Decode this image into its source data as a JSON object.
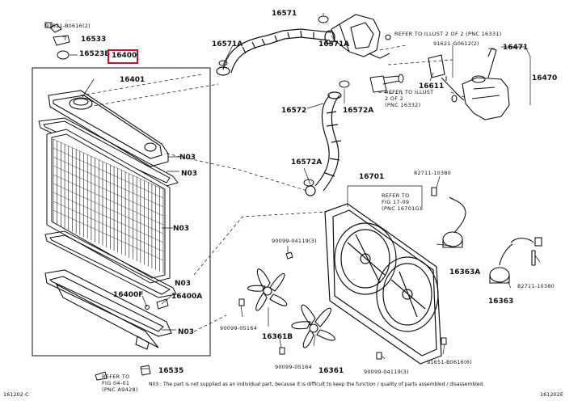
{
  "diagram": {
    "highlighted_part": "16400",
    "parts": {
      "p16571": "16571",
      "p16571A_left": "16571A",
      "p16571A_right": "16571A",
      "p91621_top": "91621-B0616(2)",
      "p16533": "16533",
      "p16523B": "16523B",
      "p16400": "16400",
      "p16401": "16401",
      "p91621_right": "91621-G0612(2)",
      "p16471": "16471",
      "p16470": "16470",
      "p16611": "16611",
      "p16572": "16572",
      "p16572A_mid": "16572A",
      "p16572A_low": "16572A",
      "p16701": "16701",
      "p82711_10380_a": "82711-10380",
      "p82711_10380_b": "82711-10380",
      "p90099_04119_a": "90099-04119(3)",
      "p90099_04119_b": "90099-04119(3)",
      "p90099_05164_a": "90099-05164",
      "p90099_05164_b": "90099-05164",
      "p16363A": "16363A",
      "p16363": "16363",
      "p16361B": "16361B",
      "p16361": "16361",
      "p16400F": "16400F",
      "p16400A": "16400A",
      "p16535": "16535",
      "p91651": "91651-B0616(6)",
      "n03_1": "N03",
      "n03_2": "N03",
      "n03_3": "N03",
      "n03_4": "N03",
      "n03_5": "N03"
    },
    "refs": {
      "ref_top": "REFER TO ILLUST 2 OF 2 (PNC 16331)",
      "ref_mid": "REFER TO ILLUST\n2 OF 2\n(PNC 16332)",
      "ref_fig": "REFER TO\nFIG 17-09\n(PNC 16701G)",
      "ref_bottom": "REFER TO\nFIG 04-01\n(PNC A9428)"
    },
    "footer": {
      "left_code": "161202-C",
      "note": "N03 : The part is not supplied as an individual part, because it is difficult to keep the function / quality of parts assembled / disassembled.",
      "right_code": "161202E"
    }
  }
}
